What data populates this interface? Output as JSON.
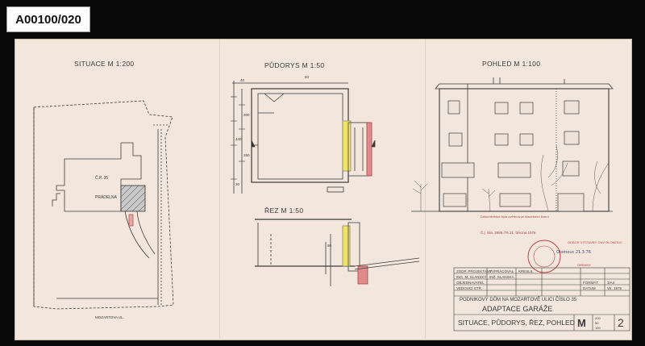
{
  "archive_id": "A00100/020",
  "views": {
    "situace": "SITUACE    M 1:200",
    "podorys": "PŮDORYS  M 1:50",
    "pohled": "POHLED     M 1:100",
    "rez": "ŘEZ    M 1:50"
  },
  "plan_labels": {
    "cp": "Č.P. 35",
    "pradelna": "PRÁDELNA",
    "street": "MOZARTOVA UL."
  },
  "dimensions": {
    "d40": "40",
    "d60": "60",
    "d200": "200",
    "d440": "440",
    "d30": "30",
    "d250": "250",
    "d50": "50"
  },
  "stamps": {
    "approval_note": "Dokumentace byla ověřena ve stavebním řízení",
    "approval_date": "Č.j. Sta. 2988 /76   21. března 1976",
    "office_stamp": "ODBOR VÝSTAVBY ONV OLOMOUC",
    "office_sub": "OBRANY"
  },
  "title_block": {
    "project": "PODNIKOVÝ DŮM NA MOZARTOVĚ ULICI ČÍSLO 35",
    "subject": "ADAPTACE GARÁŽE",
    "sheet_title": "SITUACE, PŮDORYS, ŘEZ, POHLED",
    "scale_letter": "M",
    "sheet_number": "2",
    "scales": [
      "200",
      "50",
      "100"
    ],
    "left_cells": [
      "ZODP. PROJEKTANT",
      "VYPRACOVAL",
      "ING. M. SLANSKÝ",
      "INŽ. SLANSKÁ",
      "KRESLIL",
      "OBJEDNAVATEL",
      "VEDOUCÍ STŘ."
    ],
    "right_cells": [
      "FORMÁT",
      "DATUM",
      "3/A4",
      "VII. 1976"
    ]
  },
  "handwriting": "Olomouc 21.3.76"
}
